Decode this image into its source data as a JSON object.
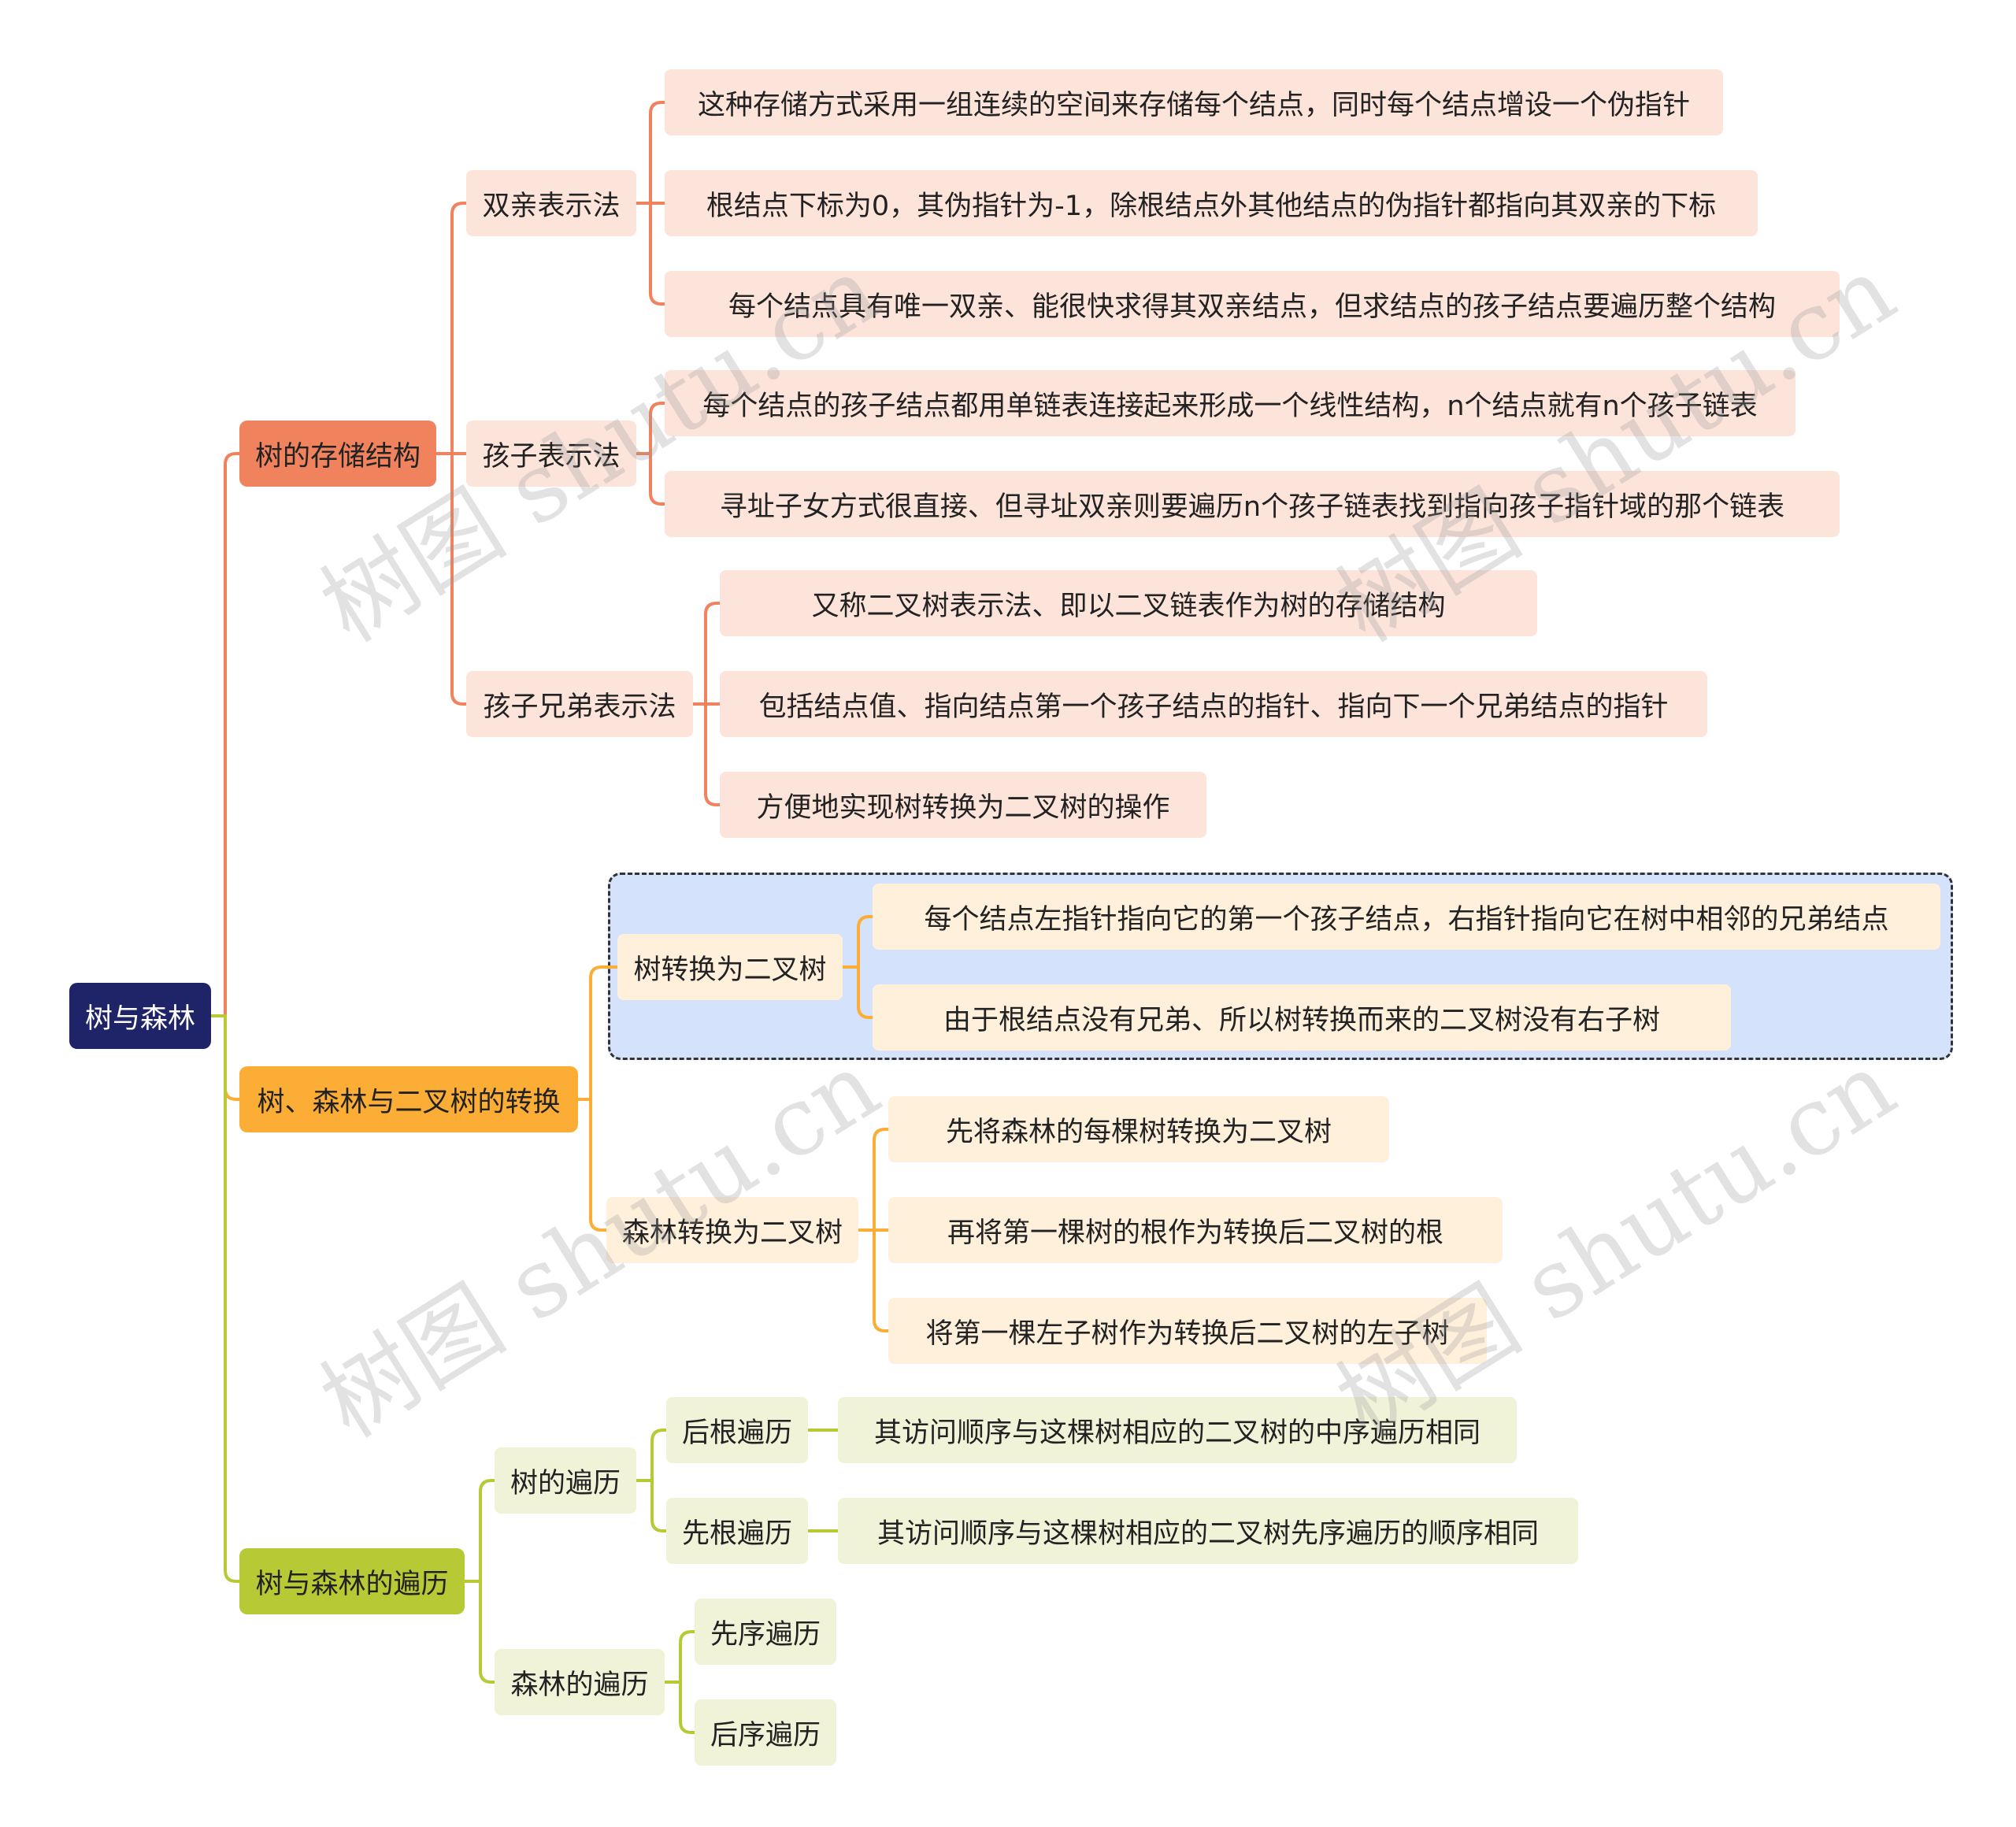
{
  "root": "树与森林",
  "watermark": "树图 shutu.cn",
  "colors": {
    "storage": "#f0825e",
    "conversion": "#fbad36",
    "traversal": "#b7c935",
    "root": "#1f2468",
    "highlight_box": "#d4e3fb"
  },
  "branches": {
    "storage": {
      "label": "树的存储结构",
      "parent": {
        "label": "双亲表示法",
        "items": [
          "这种存储方式采用一组连续的空间来存储每个结点，同时每个结点增设一个伪指针",
          "根结点下标为0，其伪指针为-1，除根结点外其他结点的伪指针都指向其双亲的下标",
          "每个结点具有唯一双亲、能很快求得其双亲结点，但求结点的孩子结点要遍历整个结构"
        ]
      },
      "child": {
        "label": "孩子表示法",
        "items": [
          "每个结点的孩子结点都用单链表连接起来形成一个线性结构，n个结点就有n个孩子链表",
          "寻址子女方式很直接、但寻址双亲则要遍历n个孩子链表找到指向孩子指针域的那个链表"
        ]
      },
      "sibling": {
        "label": "孩子兄弟表示法",
        "items": [
          "又称二叉树表示法、即以二叉链表作为树的存储结构",
          "包括结点值、指向结点第一个孩子结点的指针、指向下一个兄弟结点的指针",
          "方便地实现树转换为二叉树的操作"
        ]
      }
    },
    "conversion": {
      "label": "树、森林与二叉树的转换",
      "tree": {
        "label": "树转换为二叉树",
        "items": [
          "每个结点左指针指向它的第一个孩子结点，右指针指向它在树中相邻的兄弟结点",
          "由于根结点没有兄弟、所以树转换而来的二叉树没有右子树"
        ]
      },
      "forest": {
        "label": "森林转换为二叉树",
        "items": [
          "先将森林的每棵树转换为二叉树",
          "再将第一棵树的根作为转换后二叉树的根",
          "将第一棵左子树作为转换后二叉树的左子树"
        ]
      }
    },
    "traversal": {
      "label": "树与森林的遍历",
      "tree": {
        "label": "树的遍历",
        "post": {
          "label": "后根遍历",
          "desc": "其访问顺序与这棵树相应的二叉树的中序遍历相同"
        },
        "pre": {
          "label": "先根遍历",
          "desc": "其访问顺序与这棵树相应的二叉树先序遍历的顺序相同"
        }
      },
      "forest": {
        "label": "森林的遍历",
        "items": [
          "先序遍历",
          "后序遍历"
        ]
      }
    }
  }
}
